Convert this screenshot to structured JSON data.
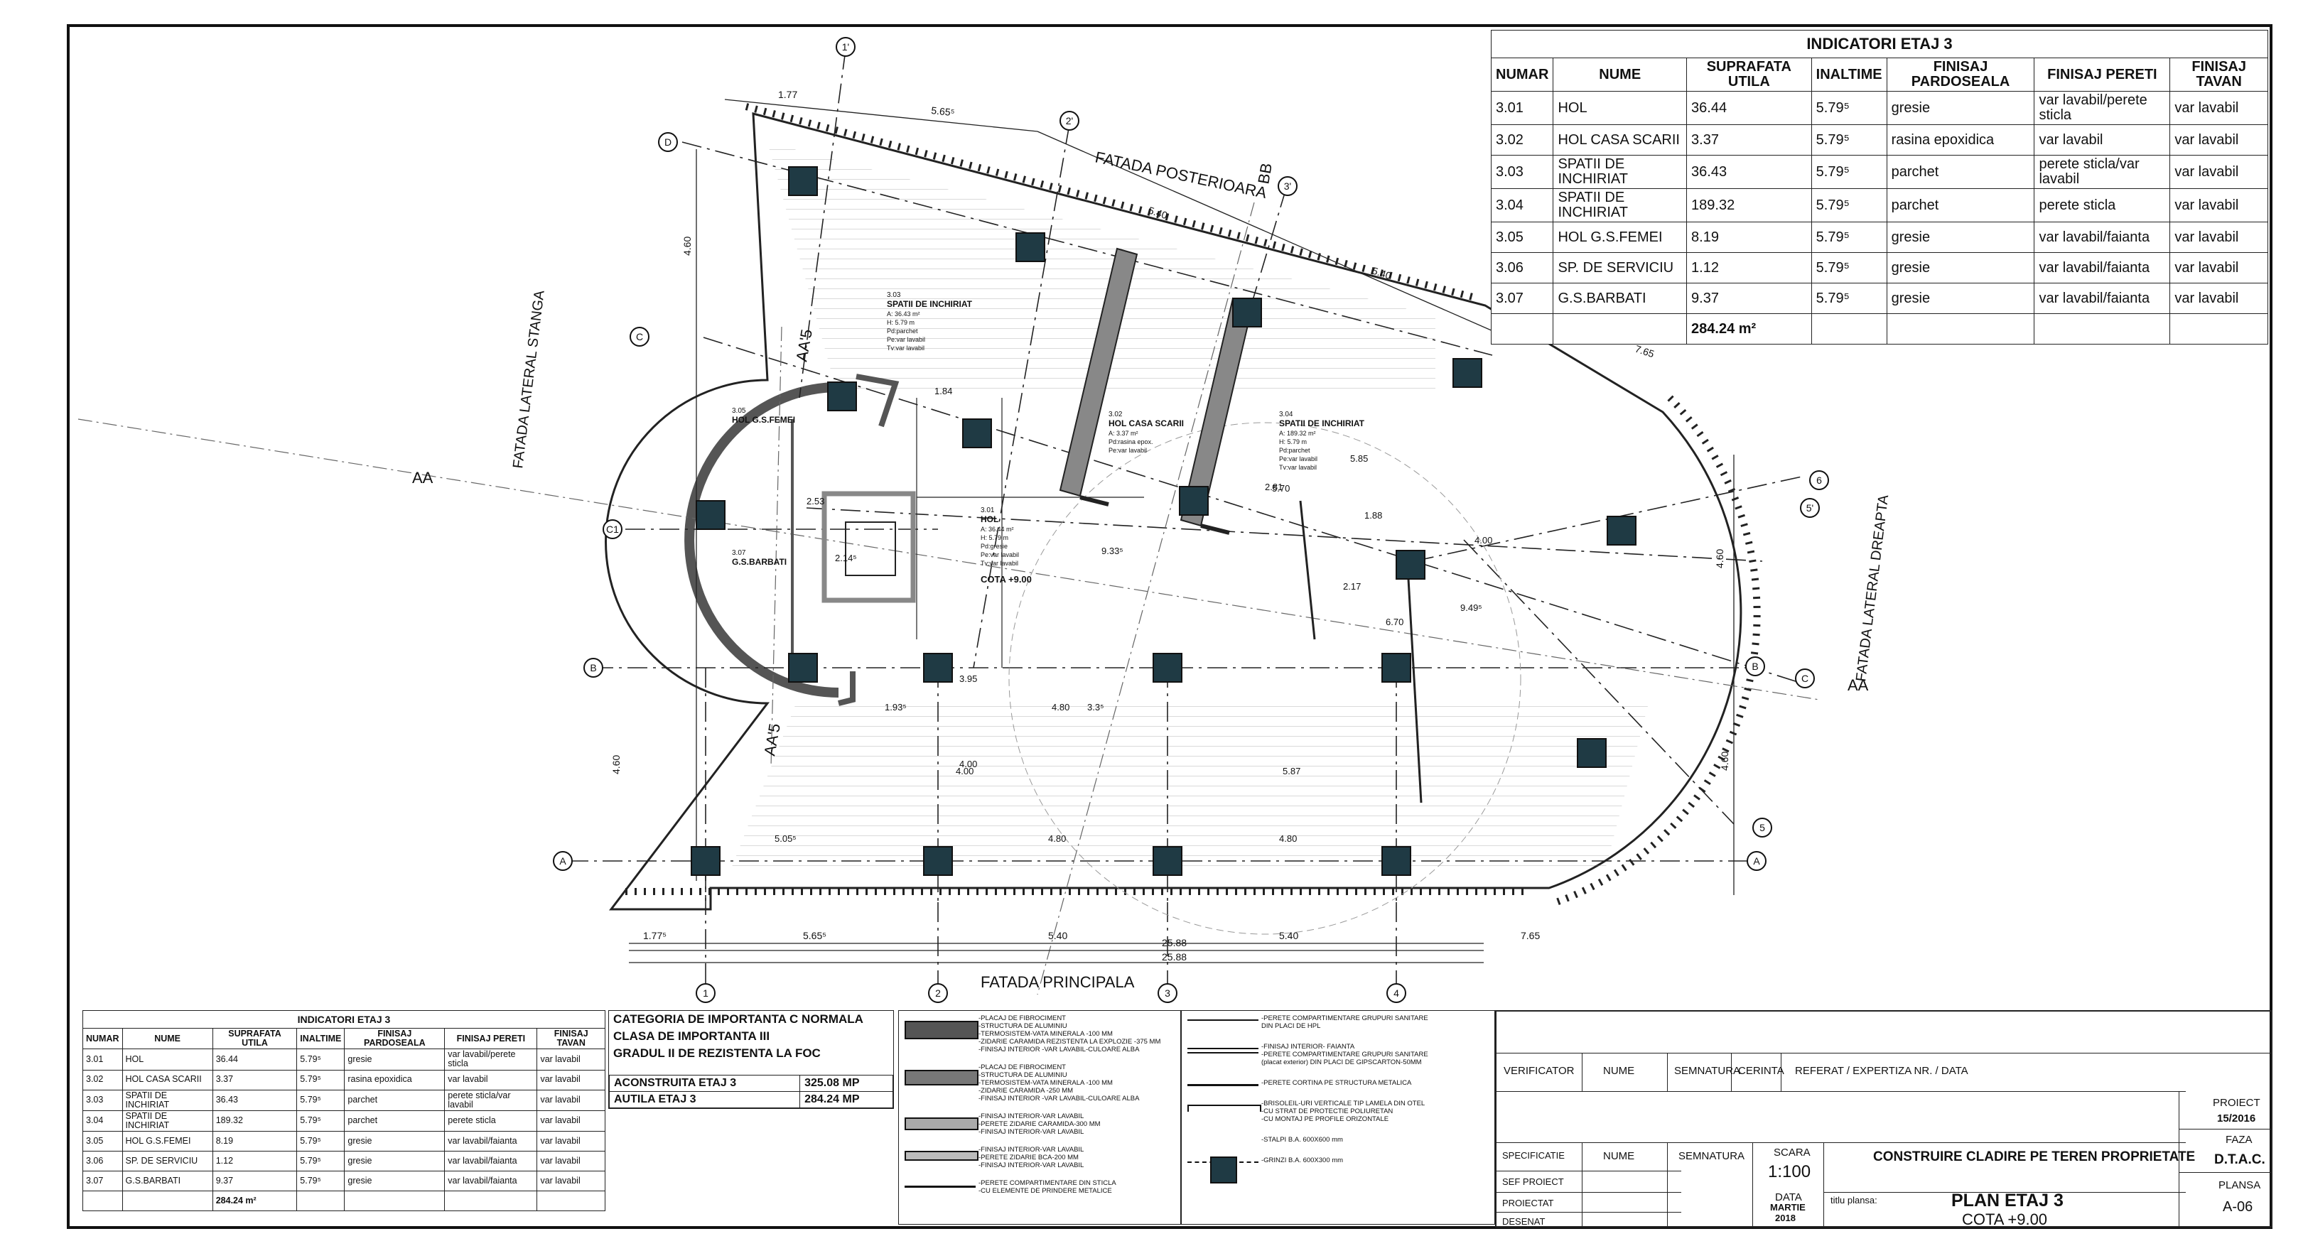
{
  "sheet": {
    "facade_labels": {
      "rear": "FATADA POSTERIOARA",
      "front": "FATADA PRINCIPALA",
      "left": "FATADA LATERAL STANGA",
      "right": "FATADA LATERAL DREAPTA"
    },
    "section_labels": [
      "AA",
      "AA",
      "BB",
      "AA'5",
      "AA'5"
    ],
    "grid_axes": {
      "bottom": [
        "1",
        "2",
        "3",
        "4"
      ],
      "top": [
        "1'",
        "2'",
        "3'"
      ],
      "left": [
        "A",
        "B",
        "C1",
        "C",
        "D"
      ],
      "right": [
        "A",
        "B",
        "C",
        "5",
        "5'",
        "6"
      ]
    },
    "dimensions": {
      "bottom_chain": [
        "1.77⁵",
        "5.65⁵",
        "5.40",
        "5.40",
        "7.65"
      ],
      "bottom_total": "25.88",
      "bottom_total2": "25.88",
      "top_chain": [
        "1.77",
        "5.65⁵",
        "5.40",
        "5.40",
        "7.65"
      ],
      "side_left": [
        "4.60",
        "4.60"
      ],
      "side_right": [
        "4.60",
        "4.60"
      ],
      "interior": [
        "4.80",
        "4.80",
        "4.80",
        "5.05⁵",
        "3.3⁵",
        "1.93⁵",
        "4.00",
        "3.95",
        "5.87",
        "9.33⁵",
        "9.49⁵",
        "5.70",
        "2.81",
        "5.85",
        "4.00",
        "1.88",
        "2.14⁵",
        "2.17",
        "1.84",
        "4.00",
        "2.53",
        "6.70"
      ]
    },
    "rooms": [
      {
        "id": "3.03",
        "name": "SPATII DE INCHIRIAT",
        "detail": [
          "A: 36.43 m²",
          "H: 5.79 m",
          "Pd:parchet",
          "Pe:var lavabil",
          "Tv:var lavabil"
        ]
      },
      {
        "id": "3.04",
        "name": "SPATII DE INCHIRIAT",
        "detail": [
          "A: 189.32 m²",
          "H: 5.79 m",
          "Pd:parchet",
          "Pe:var lavabil",
          "Tv:var lavabil"
        ]
      },
      {
        "id": "3.02",
        "name": "HOL CASA SCARII",
        "detail": [
          "A: 3.37 m²",
          "Pd:rasina epox.",
          "Pe:var lavabil"
        ]
      },
      {
        "id": "3.01",
        "name": "HOL",
        "detail": [
          "A: 36.44 m²",
          "H: 5.79 m",
          "Pd:gresie",
          "Pe:var lavabil",
          "Tv:var lavabil"
        ]
      },
      {
        "id": "3.05",
        "name": "HOL G.S.FEMEI",
        "detail": []
      },
      {
        "id": "3.07",
        "name": "G.S.BARBATI",
        "detail": []
      }
    ],
    "level_tag": "COTA +9.00"
  },
  "top_table": {
    "title": "INDICATORI ETAJ 3",
    "headers": [
      "NUMAR",
      "NUME",
      "SUPRAFATA UTILA",
      "INALTIME",
      "FINISAJ PARDOSEALA",
      "FINISAJ PERETI",
      "FINISAJ TAVAN"
    ],
    "rows": [
      [
        "3.01",
        "HOL",
        "36.44",
        "5.79⁵",
        "gresie",
        "var lavabil/perete sticla",
        "var lavabil"
      ],
      [
        "3.02",
        "HOL CASA SCARII",
        "3.37",
        "5.79⁵",
        "rasina epoxidica",
        "var lavabil",
        "var lavabil"
      ],
      [
        "3.03",
        "SPATII DE INCHIRIAT",
        "36.43",
        "5.79⁵",
        "parchet",
        "perete sticla/var lavabil",
        "var lavabil"
      ],
      [
        "3.04",
        "SPATII DE INCHIRIAT",
        "189.32",
        "5.79⁵",
        "parchet",
        "perete sticla",
        "var lavabil"
      ],
      [
        "3.05",
        "HOL G.S.FEMEI",
        "8.19",
        "5.79⁵",
        "gresie",
        "var lavabil/faianta",
        "var lavabil"
      ],
      [
        "3.06",
        "SP. DE SERVICIU",
        "1.12",
        "5.79⁵",
        "gresie",
        "var lavabil/faianta",
        "var lavabil"
      ],
      [
        "3.07",
        "G.S.BARBATI",
        "9.37",
        "5.79⁵",
        "gresie",
        "var lavabil/faianta",
        "var lavabil"
      ]
    ],
    "total": "284.24 m²"
  },
  "bottom_table": {
    "title": "INDICATORI ETAJ 3",
    "headers": [
      "NUMAR",
      "NUME",
      "SUPRAFATA UTILA",
      "INALTIME",
      "FINISAJ PARDOSEALA",
      "FINISAJ PERETI",
      "FINISAJ TAVAN"
    ],
    "rows": [
      [
        "3.01",
        "HOL",
        "36.44",
        "5.79⁵",
        "gresie",
        "var lavabil/perete sticla",
        "var lavabil"
      ],
      [
        "3.02",
        "HOL CASA SCARII",
        "3.37",
        "5.79⁵",
        "rasina epoxidica",
        "var lavabil",
        "var lavabil"
      ],
      [
        "3.03",
        "SPATII DE INCHIRIAT",
        "36.43",
        "5.79⁵",
        "parchet",
        "perete sticla/var lavabil",
        "var lavabil"
      ],
      [
        "3.04",
        "SPATII DE INCHIRIAT",
        "189.32",
        "5.79⁵",
        "parchet",
        "perete sticla",
        "var lavabil"
      ],
      [
        "3.05",
        "HOL G.S.FEMEI",
        "8.19",
        "5.79⁵",
        "gresie",
        "var lavabil/faianta",
        "var lavabil"
      ],
      [
        "3.06",
        "SP. DE SERVICIU",
        "1.12",
        "5.79⁵",
        "gresie",
        "var lavabil/faianta",
        "var lavabil"
      ],
      [
        "3.07",
        "G.S.BARBATI",
        "9.37",
        "5.79⁵",
        "gresie",
        "var lavabil/faianta",
        "var lavabil"
      ]
    ],
    "total": "284.24 m²"
  },
  "category": {
    "line1": "CATEGORIA DE IMPORTANTA C NORMALA",
    "line2": "CLASA DE IMPORTANTA III",
    "line3": "GRADUL II DE REZISTENTA LA FOC",
    "rows": [
      [
        "ACONSTRUITA  ETAJ 3",
        "325.08 MP"
      ],
      [
        "AUTILA  ETAJ 3",
        "284.24 MP"
      ]
    ]
  },
  "legend_left": [
    [
      "-PLACAJ DE FIBROCIMENT",
      "-STRUCTURA DE ALUMINIU",
      "-TERMOSISTEM-VATA MINERALA -100 MM",
      "-ZIDARIE CARAMIDA REZISTENTA LA EXPLOZIE -375 MM",
      "-FINISAJ INTERIOR -VAR LAVABIL-CULOARE ALBA"
    ],
    [
      "-PLACAJ DE FIBROCIMENT",
      "-STRUCTURA DE ALUMINIU",
      "-TERMOSISTEM-VATA MINERALA -100 MM",
      "-ZIDARIE CARAMIDA -250 MM",
      "-FINISAJ INTERIOR -VAR LAVABIL-CULOARE ALBA"
    ],
    [
      "-FINISAJ INTERIOR-VAR LAVABIL",
      "-PERETE ZIDARIE CARAMIDA-300 MM",
      "-FINISAJ INTERIOR-VAR LAVABIL"
    ],
    [
      "-FINISAJ INTERIOR-VAR LAVABIL",
      "-PERETE ZIDARIE BCA-200 MM",
      "-FINISAJ INTERIOR-VAR LAVABIL"
    ],
    [
      "-PERETE COMPARTIMENTARE DIN STICLA",
      "-CU ELEMENTE DE PRINDERE METALICE"
    ]
  ],
  "legend_right": [
    [
      "-PERETE COMPARTIMENTARE GRUPURI SANITARE",
      "DIN PLACI DE HPL"
    ],
    [
      "-FINISAJ INTERIOR- FAIANTA",
      "-PERETE COMPARTIMENTARE GRUPURI SANITARE",
      "(placat exterior) DIN PLACI DE GIPSCARTON-50MM"
    ],
    [
      "-PERETE CORTINA PE STRUCTURA METALICA"
    ],
    [
      "-BRISOLEIL-URI VERTICALE TIP LAMELA DIN OTEL",
      "-CU STRAT DE PROTECTIE POLIURETAN",
      "-CU MONTAJ PE PROFILE ORIZONTALE"
    ],
    [
      "-STALPI B.A. 600X600 mm"
    ],
    [
      "-GRINZI  B.A.   600X300 mm"
    ]
  ],
  "title_block": {
    "verificator": "VERIFICATOR",
    "nume": "NUME",
    "semnatura": "SEMNATURA",
    "cerinta": "CERINTA",
    "referat": "REFERAT / EXPERTIZA NR. / DATA",
    "specificatie": "SPECIFICATIE",
    "nume2": "NUME",
    "semnatura2": "SEMNATURA",
    "scara_label": "SCARA",
    "scara": "1:100",
    "sef_proiect": "SEF PROIECT",
    "proiectat": "PROIECTAT",
    "desenat": "DESENAT",
    "data_label": "DATA",
    "data_month": "MARTIE",
    "data_year": "2018",
    "project_title": "CONSTRUIRE CLADIRE  PE TEREN PROPRIETATE",
    "titlu_plansa_label": "titlu plansa:",
    "plansa_title": "PLAN ETAJ 3",
    "cota": "COTA +9.00",
    "proiect_label": "PROIECT",
    "proiect": "15/2016",
    "faza_label": "FAZA",
    "faza": "D.T.A.C.",
    "plansa_label": "PLANSA",
    "plansa": "A-06"
  }
}
